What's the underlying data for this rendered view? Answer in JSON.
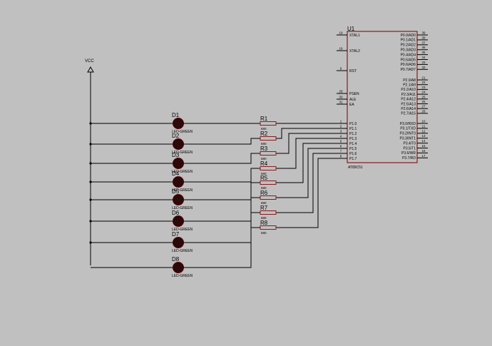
{
  "vcc": {
    "label": "VCC"
  },
  "ic": {
    "ref": "U1",
    "part": "AT89C51",
    "left_pins": [
      {
        "num": "19",
        "name": "XTAL1"
      },
      {
        "num": "18",
        "name": "XTAL2"
      },
      {
        "num": "9",
        "name": "RST"
      },
      {
        "num": "29",
        "name": "PSEN"
      },
      {
        "num": "30",
        "name": "ALE"
      },
      {
        "num": "31",
        "name": "EA"
      },
      {
        "num": "1",
        "name": "P1.0"
      },
      {
        "num": "2",
        "name": "P1.1"
      },
      {
        "num": "3",
        "name": "P1.2"
      },
      {
        "num": "4",
        "name": "P1.3"
      },
      {
        "num": "5",
        "name": "P1.4"
      },
      {
        "num": "6",
        "name": "P1.5"
      },
      {
        "num": "7",
        "name": "P1.6"
      },
      {
        "num": "8",
        "name": "P1.7"
      }
    ],
    "right_pins": [
      {
        "num": "39",
        "name": "P0.0/AD0"
      },
      {
        "num": "38",
        "name": "P0.1/AD1"
      },
      {
        "num": "37",
        "name": "P0.2/AD2"
      },
      {
        "num": "36",
        "name": "P0.3/AD3"
      },
      {
        "num": "35",
        "name": "P0.4/AD4"
      },
      {
        "num": "34",
        "name": "P0.5/AD5"
      },
      {
        "num": "33",
        "name": "P0.6/AD6"
      },
      {
        "num": "32",
        "name": "P0.7/AD7"
      },
      {
        "num": "21",
        "name": "P2.0/A8"
      },
      {
        "num": "22",
        "name": "P2.1/A9"
      },
      {
        "num": "23",
        "name": "P2.2/A10"
      },
      {
        "num": "24",
        "name": "P2.3/A11"
      },
      {
        "num": "25",
        "name": "P2.4/A12"
      },
      {
        "num": "26",
        "name": "P2.5/A13"
      },
      {
        "num": "27",
        "name": "P2.6/A14"
      },
      {
        "num": "28",
        "name": "P2.7/A15"
      },
      {
        "num": "10",
        "name": "P3.0/RXD"
      },
      {
        "num": "11",
        "name": "P3.1/TXD"
      },
      {
        "num": "12",
        "name": "P3.2/INT0"
      },
      {
        "num": "13",
        "name": "P3.3/INT1"
      },
      {
        "num": "14",
        "name": "P3.4/T0"
      },
      {
        "num": "15",
        "name": "P3.5/T1"
      },
      {
        "num": "16",
        "name": "P3.6/WR"
      },
      {
        "num": "17",
        "name": "P3.7/RD"
      }
    ]
  },
  "resistors": [
    {
      "ref": "R1",
      "value": "680"
    },
    {
      "ref": "R2",
      "value": "680"
    },
    {
      "ref": "R3",
      "value": "680"
    },
    {
      "ref": "R4",
      "value": "680"
    },
    {
      "ref": "R5",
      "value": "680"
    },
    {
      "ref": "R6",
      "value": "680"
    },
    {
      "ref": "R7",
      "value": "680"
    },
    {
      "ref": "R8",
      "value": "680"
    }
  ],
  "leds": [
    {
      "ref": "D1",
      "type": "LED-GREEN"
    },
    {
      "ref": "D2",
      "type": "LED-GREEN"
    },
    {
      "ref": "D3",
      "type": "LED-GREEN"
    },
    {
      "ref": "D4",
      "type": "LED-GREEN"
    },
    {
      "ref": "D5",
      "type": "LED-GREEN"
    },
    {
      "ref": "D6",
      "type": "LED-GREEN"
    },
    {
      "ref": "D7",
      "type": "LED-GREEN"
    },
    {
      "ref": "D8",
      "type": "LED-GREEN"
    }
  ]
}
